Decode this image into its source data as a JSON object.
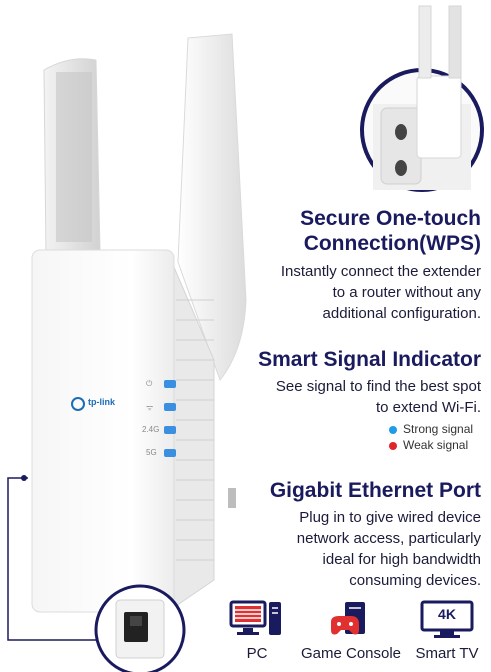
{
  "brand": {
    "logo_text": "tp-link"
  },
  "led_labels": [
    "⏻",
    "ᯤ",
    "2.4G",
    "5G"
  ],
  "features": [
    {
      "title_lines": [
        "Secure One-touch",
        "Connection(WPS)"
      ],
      "desc_lines": [
        "Instantly connect the extender",
        "to a router without any",
        "additional configuration."
      ]
    },
    {
      "title_lines": [
        "Smart Signal Indicator"
      ],
      "desc_lines": [
        "See signal to find the best spot",
        "to extend Wi-Fi."
      ]
    },
    {
      "title_lines": [
        "Gigabit Ethernet Port"
      ],
      "desc_lines": [
        "Plug in to give wired device",
        "network access, particularly",
        "ideal for high bandwidth",
        "consuming devices."
      ]
    }
  ],
  "signal_legend": [
    {
      "label": "Strong signal",
      "color": "#1e9be9"
    },
    {
      "label": "Weak signal",
      "color": "#e0252b"
    }
  ],
  "devices": [
    {
      "label": "PC",
      "icon": "pc-icon"
    },
    {
      "label": "Game Console",
      "icon": "game-console-icon"
    },
    {
      "label": "Smart TV",
      "icon": "smart-tv-icon",
      "badge": "4K"
    }
  ],
  "colors": {
    "navy": "#1a1a5e",
    "led_blue": "#3a8fe0"
  }
}
